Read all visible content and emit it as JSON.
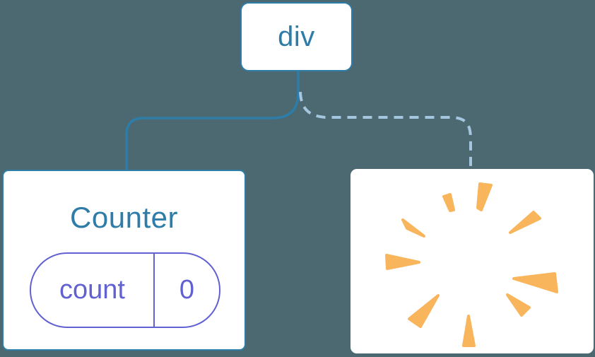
{
  "colors": {
    "background": "#4C6972",
    "node-blue": "#2E7CA8",
    "edge-dashed": "#A4C6DE",
    "state-purple": "#6161D2",
    "poof-orange": "#F9B55C",
    "card-bg": "#FFFFFF"
  },
  "diagram": {
    "root": {
      "label": "div"
    },
    "counter": {
      "title": "Counter",
      "state": {
        "key": "count",
        "value": "0"
      }
    },
    "removed": {
      "icon": "poof-icon"
    }
  }
}
